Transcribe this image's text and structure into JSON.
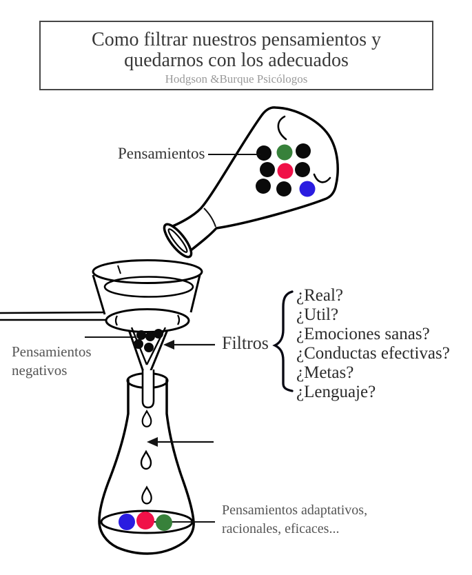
{
  "header": {
    "title_line1": "Como filtrar nuestros pensamientos y",
    "title_line2": "quedarnos con los adecuados",
    "subtitle": "Hodgson &Burque Psicólogos"
  },
  "labels": {
    "thoughts": "Pensamientos",
    "negative_line1": "Pensamientos",
    "negative_line2": "negativos",
    "filters": "Filtros",
    "adaptive_line1": "Pensamientos adaptativos,",
    "adaptive_line2": "racionales, eficaces..."
  },
  "filter_questions": [
    "¿Real?",
    "¿Util?",
    "¿Emociones sanas?",
    "¿Conductas efectivas?",
    "¿Metas?",
    "¿Lenguaje?"
  ],
  "colors": {
    "ink": "#000000",
    "black_dot": "#0a0a0a",
    "green": "#37813a",
    "red": "#f01148",
    "blue": "#2a1ce0",
    "title_text": "#383838",
    "subtitle_gray": "#9a9a9a",
    "label_gray": "#555555"
  }
}
